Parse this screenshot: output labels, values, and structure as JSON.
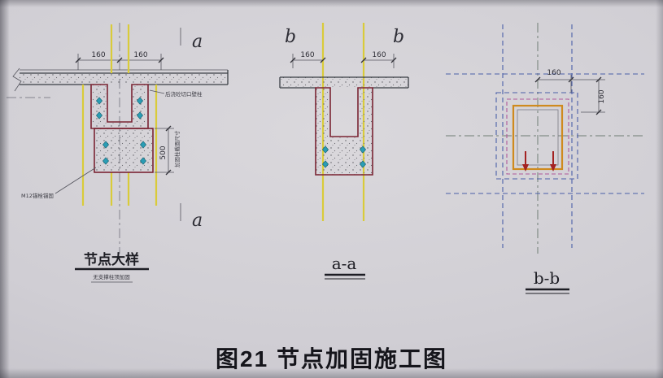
{
  "title": "图21 节点加固施工图",
  "left_view": {
    "label": "节点大样",
    "sublabel": "无支撑柱顶加固",
    "section_mark_top": "a",
    "section_mark_bottom": "a",
    "dim_top_left": "160",
    "dim_top_right": "160",
    "dim_height": "500",
    "ann_cut": "后浇砼切口壁柱",
    "ann_col": "加固柱截面尺寸",
    "ann_bolt": "M12锚栓锚固"
  },
  "mid_view": {
    "label": "a-a",
    "section_mark_left": "b",
    "section_mark_right": "b",
    "dim_left": "160",
    "dim_right": "160"
  },
  "right_view": {
    "label": "b-b",
    "dim_top": "160",
    "dim_side": "160"
  },
  "colors": {
    "paper": "#d0ced4",
    "rebar_outline": "#7a2433",
    "existing_column_yellow": "#d9cb3a",
    "anchor_marker_cyan": "#2a9db5",
    "new_member_orange": "#cf8a1e",
    "hidden_line_blue": "#4a5fa8",
    "detail_line_magenta": "#b0589a",
    "arrow_red": "#a32222",
    "caption_text": "#15151b"
  }
}
